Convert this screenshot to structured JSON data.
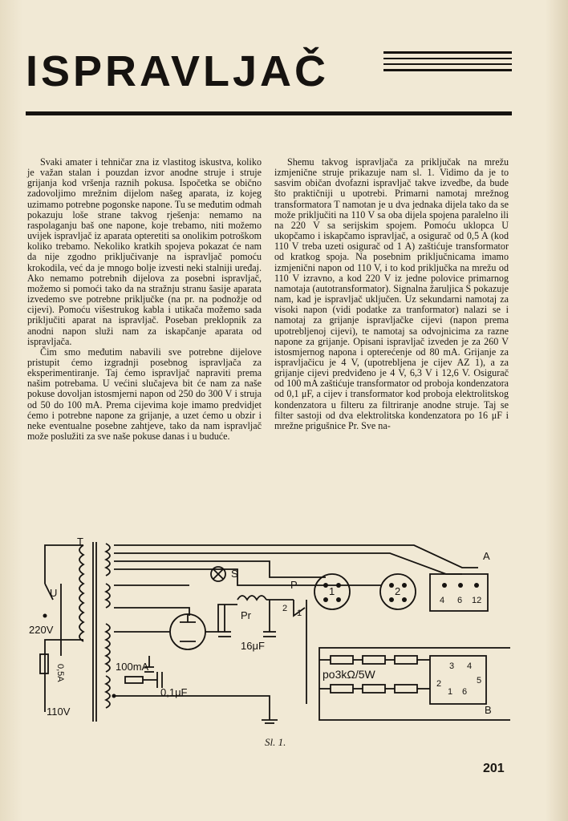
{
  "article": {
    "title": "ISPRAVLJAČ",
    "left_column": [
      "Svaki amater i tehničar zna iz vlastitog iskustva, koliko je važan stalan i pouzdan izvor anodne struje i struje grijanja kod vršenja raznih pokusa. Ispočetka se obično zadovoljimo mrežnim dijelom našeg aparata, iz kojeg uzimamo potrebne pogonske napone. Tu se međutim odmah pokazuju loše strane takvog rješenja: nemamo na raspolaganju baš one napone, koje trebamo, niti možemo uvijek ispravljač iz aparata opteretiti sa onolikim potroškom koliko trebamo. Nekoliko kratkih spojeva pokazat će nam da nije zgodno priključivanje na ispravljač pomoću krokodila, već da je mnogo bolje izvesti neki stalniji uređaj. Ako nemamo potrebnih dijelova za posebni ispravljač, možemo si pomoći tako da na stražnju stranu šasije aparata izvedemo sve potrebne priključke (na pr. na podnožje od cijevi). Pomoću višestrukog kabla i utikača možemo sada priključiti aparat na ispravljač. Poseban preklopnik za anodni napon služi nam za iskapčanje aparata od ispravljača.",
      "Čim smo međutim nabavili sve potrebne dijelove pristupit ćemo izgradnji posebnog ispravljača za eksperimentiranje. Taj ćemo ispravljač napraviti prema našim potrebama. U većini slučajeva bit će nam za naše pokuse dovoljan istosmjerni napon od 250 do 300 V i struja od 50 do 100 mA. Prema cijevima koje imamo predvidjet ćemo i potrebne napone za grijanje, a uzet ćemo u obzir i neke eventualne posebne zahtjeve, tako da nam ispravljač može poslužiti za sve naše pokuse danas i u buduće."
    ],
    "right_column": [
      "Shemu takvog ispravljača za priključak na mrežu izmjenične struje prikazuje nam sl. 1. Vidimo da je to sasvim običan dvofazni ispravljač takve izvedbe, da bude što praktičniji u upotrebi. Primarni namotaj mrežnog transformatora T namotan je u dva jednaka dijela tako da se može priključiti na 110 V sa oba dijela spojena paralelno ili na 220 V sa serijskim spojem. Pomoću uklopca U ukopčamo i iskapčamo ispravljač, a osigurač od 0,5 A (kod 110 V treba uzeti osigurač od 1 A) zaštićuje transformator od kratkog spoja. Na posebnim priključnicama imamo izmjenični napon od 110 V, i to kod priključka na mrežu od 110 V izravno, a kod 220 V iz jedne polovice primarnog namotaja (autotransformator). Signalna žaruljica S pokazuje nam, kad je ispravljač uključen. Uz sekundarni namotaj za visoki napon (vidi podatke za tranformator) nalazi se i namotaj za grijanje ispravljačke cijevi (napon prema upotrebljenoj cijevi), te namotaj sa odvojnicima za razne napone za grijanje. Opisani ispravljač izveden je za 260 V istosmjernog napona i opterećenje od 80 mA. Grijanje za ispravljačicu je 4 V, (upotrebljena je cijev AZ 1), a za grijanje cijevi predviđeno je 4 V, 6,3 V i 12,6 V. Osigurač od 100 mA zaštićuje transformator od proboja kondenzatora od 0,1 μF, a cijev i transformator kod proboja elektrolitskog kondenzatora u filteru za filtriranje anodne struje. Taj se filter sastoji od dva elektrolitska kondenzatora po 16 μF i mrežne prigušnice Pr. Sve na-"
    ]
  },
  "figure": {
    "caption": "Sl. 1.",
    "labels": {
      "transformer": "T",
      "lamp": "S",
      "switch_u": "U",
      "mains_220": "220V",
      "mains_110": "110V",
      "fuse_mains": "0,5A",
      "fuse_anode": "100mA",
      "cap_small": "0,1μF",
      "choke": "Pr",
      "cap_filter": "16μF",
      "switch_p": "P",
      "p_pos1": "1",
      "p_pos2": "2",
      "socket_a": "A",
      "socket_b": "B",
      "tube1": "1",
      "tube2": "2",
      "resistors": "po3kΩ/5W",
      "a_pin4": "4",
      "a_pin6": "6",
      "a_pin12": "12",
      "b_pin1": "1",
      "b_pin2": "2",
      "b_pin3": "3",
      "b_pin4": "4",
      "b_pin5": "5",
      "b_pin6": "6"
    }
  },
  "page_number": "201"
}
